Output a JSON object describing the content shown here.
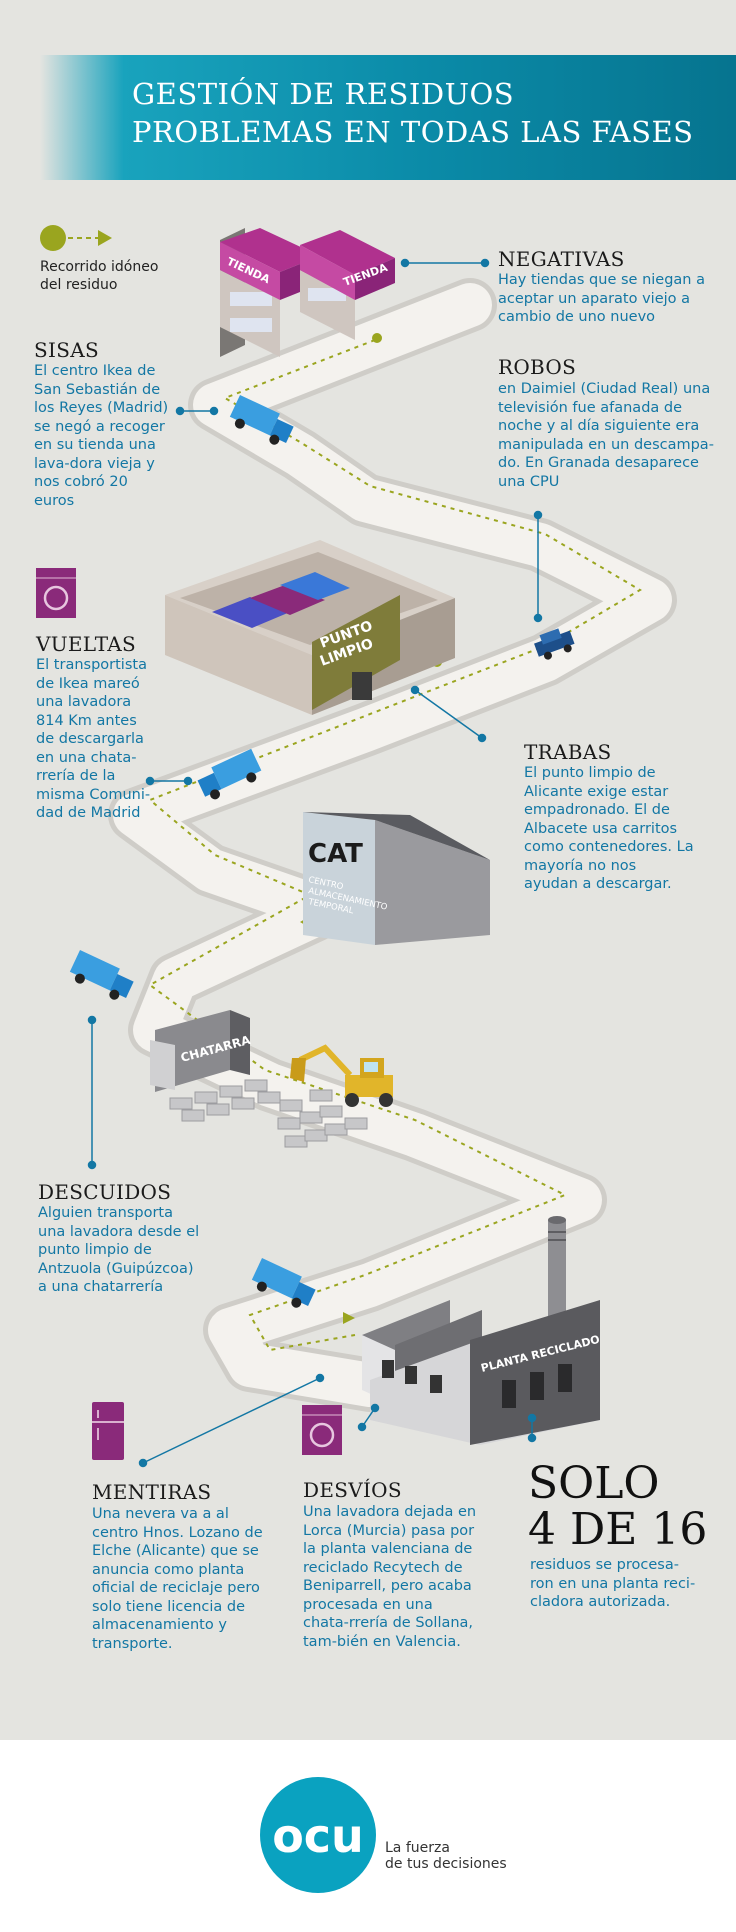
{
  "title": {
    "line1": "GESTIÓN DE RESIDUOS",
    "line2": "PROBLEMAS EN TODAS LAS FASES"
  },
  "legend": {
    "text": "Recorrido idóneo del residuo"
  },
  "buildings": {
    "tienda1": "TIENDA",
    "tienda2": "TIENDA",
    "punto_limpio_1": "PUNTO",
    "punto_limpio_2": "LIMPIO",
    "cat_title": "CAT",
    "cat_sub1": "CENTRO",
    "cat_sub2": "ALMACENAMIENTO",
    "cat_sub3": "TEMPORAL",
    "chatarra": "CHATARRA",
    "planta": "PLANTA RECICLADO"
  },
  "sections": {
    "negativas": {
      "title": "NEGATIVAS",
      "body": "Hay tiendas que se niegan a aceptar un aparato viejo a cambio de uno nuevo"
    },
    "sisas": {
      "title": "SISAS",
      "body": "El centro Ikea de San Sebastián de los Reyes (Madrid) se negó a recoger en su tienda una lava-dora vieja y nos cobró 20 euros"
    },
    "robos": {
      "title": "ROBOS",
      "body": "en  Daimiel (Ciudad Real) una televisión fue afanada de noche y al día siguiente era manipulada en un descampa-do. En Granada desaparece una CPU"
    },
    "vueltas": {
      "title": "VUELTAS",
      "body": "El transportista de Ikea mareó una lavadora 814 Km antes de descargarla en una chata-rrería de la misma Comuni-dad de Madrid"
    },
    "trabas": {
      "title": "TRABAS",
      "body": "El punto limpio de Alicante exige estar empadronado.  El de Albacete usa carritos como contenedores. La mayoría no nos ayudan a descargar."
    },
    "descuidos": {
      "title": "DESCUIDOS",
      "body": "Alguien transporta una lavadora desde el punto limpio de Antzuola (Guipúzcoa) a una chatarrería"
    },
    "mentiras": {
      "title": "MENTIRAS",
      "body": "Una nevera va a al centro Hnos. Lozano de Elche (Alicante) que se anuncia como planta oficial de reciclaje pero solo tiene licencia de almacenamiento y transporte."
    },
    "desvios": {
      "title": "DESVÍOS",
      "body": "Una lavadora dejada en Lorca (Murcia) pasa por la planta valenciana de reciclado Recytech de Beniparrell, pero acaba procesada en una chata-rrería de Sollana, tam-bién en Valencia."
    }
  },
  "summary": {
    "line1": "SOLO",
    "line2": "4 DE 16",
    "body": "residuos se procesa-ron en una planta reci-cladora autorizada."
  },
  "footer": {
    "logo": "ocu",
    "tagline1": "La fuerza",
    "tagline2": "de tus decisiones"
  },
  "colors": {
    "background": "#e4e4e0",
    "accent_blue": "#1377a4",
    "banner": "#0b8ba8",
    "road": "#f4f2ee",
    "path": "#9aa51f",
    "appliance": "#8a2a7a",
    "logo": "#0aa2c0"
  },
  "icons": [
    "legend-dot-arrow-icon",
    "washing-machine-icon",
    "fridge-icon",
    "truck-icon",
    "car-icon",
    "excavator-icon",
    "chimney-icon"
  ]
}
